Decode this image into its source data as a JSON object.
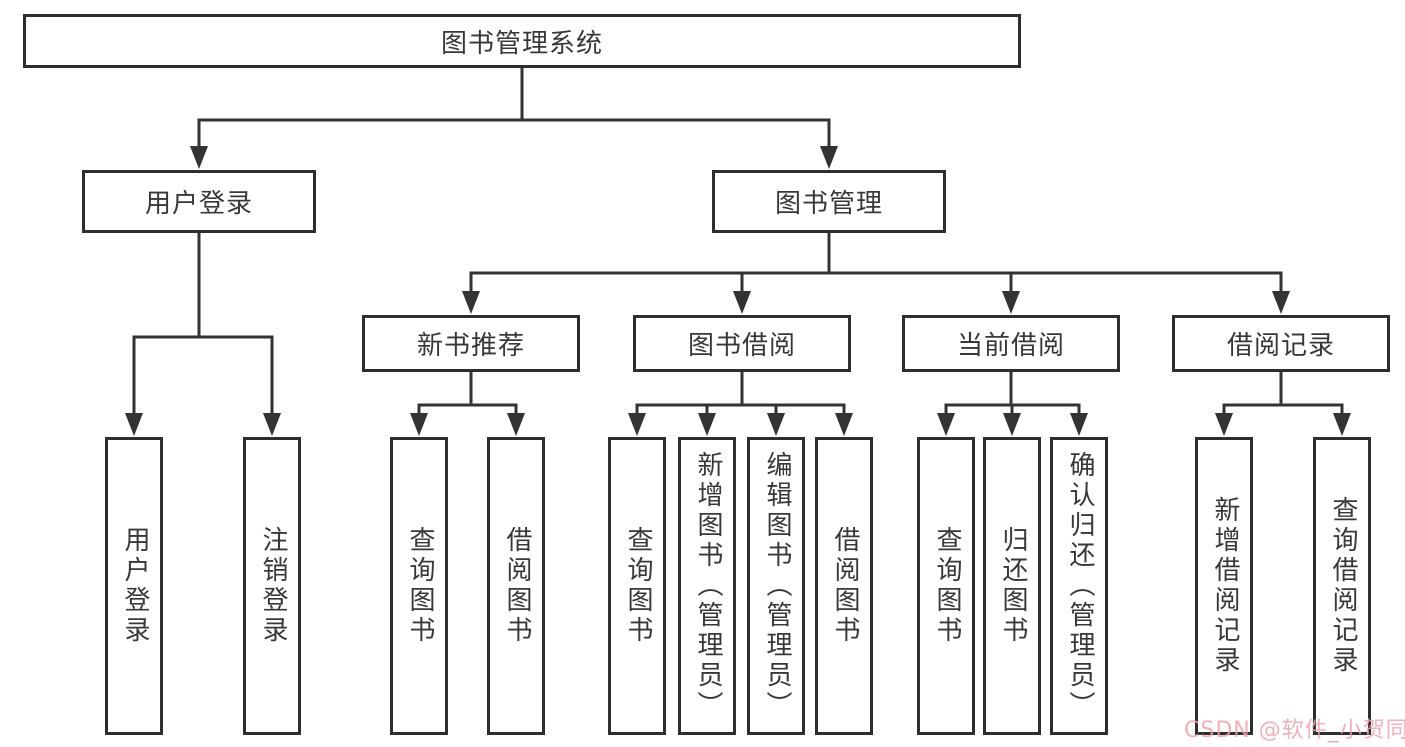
{
  "diagram": {
    "title": "图书管理系统",
    "branches": [
      {
        "label": "用户登录",
        "children": [
          {
            "label": "用户登录"
          },
          {
            "label": "注销登录"
          }
        ]
      },
      {
        "label": "图书管理",
        "children": [
          {
            "label": "新书推荐",
            "children": [
              {
                "label": "查询图书"
              },
              {
                "label": "借阅图书"
              }
            ]
          },
          {
            "label": "图书借阅",
            "children": [
              {
                "label": "查询图书"
              },
              {
                "label": "新增图书（管理员）"
              },
              {
                "label": "编辑图书（管理员）"
              },
              {
                "label": "借阅图书"
              }
            ]
          },
          {
            "label": "当前借阅",
            "children": [
              {
                "label": "查询图书"
              },
              {
                "label": "归还图书"
              },
              {
                "label": "确认归还（管理员）"
              }
            ]
          },
          {
            "label": "借阅记录",
            "children": [
              {
                "label": "新增借阅记录"
              },
              {
                "label": "查询借阅记录"
              }
            ]
          }
        ]
      }
    ]
  },
  "watermark": {
    "text": "CSDN @软件_小贺同学",
    "color": "#F2A2AC"
  },
  "colors": {
    "background": "#FFFFFF",
    "box_border": "#2E2E2E",
    "line": "#333333",
    "text": "#383838"
  }
}
